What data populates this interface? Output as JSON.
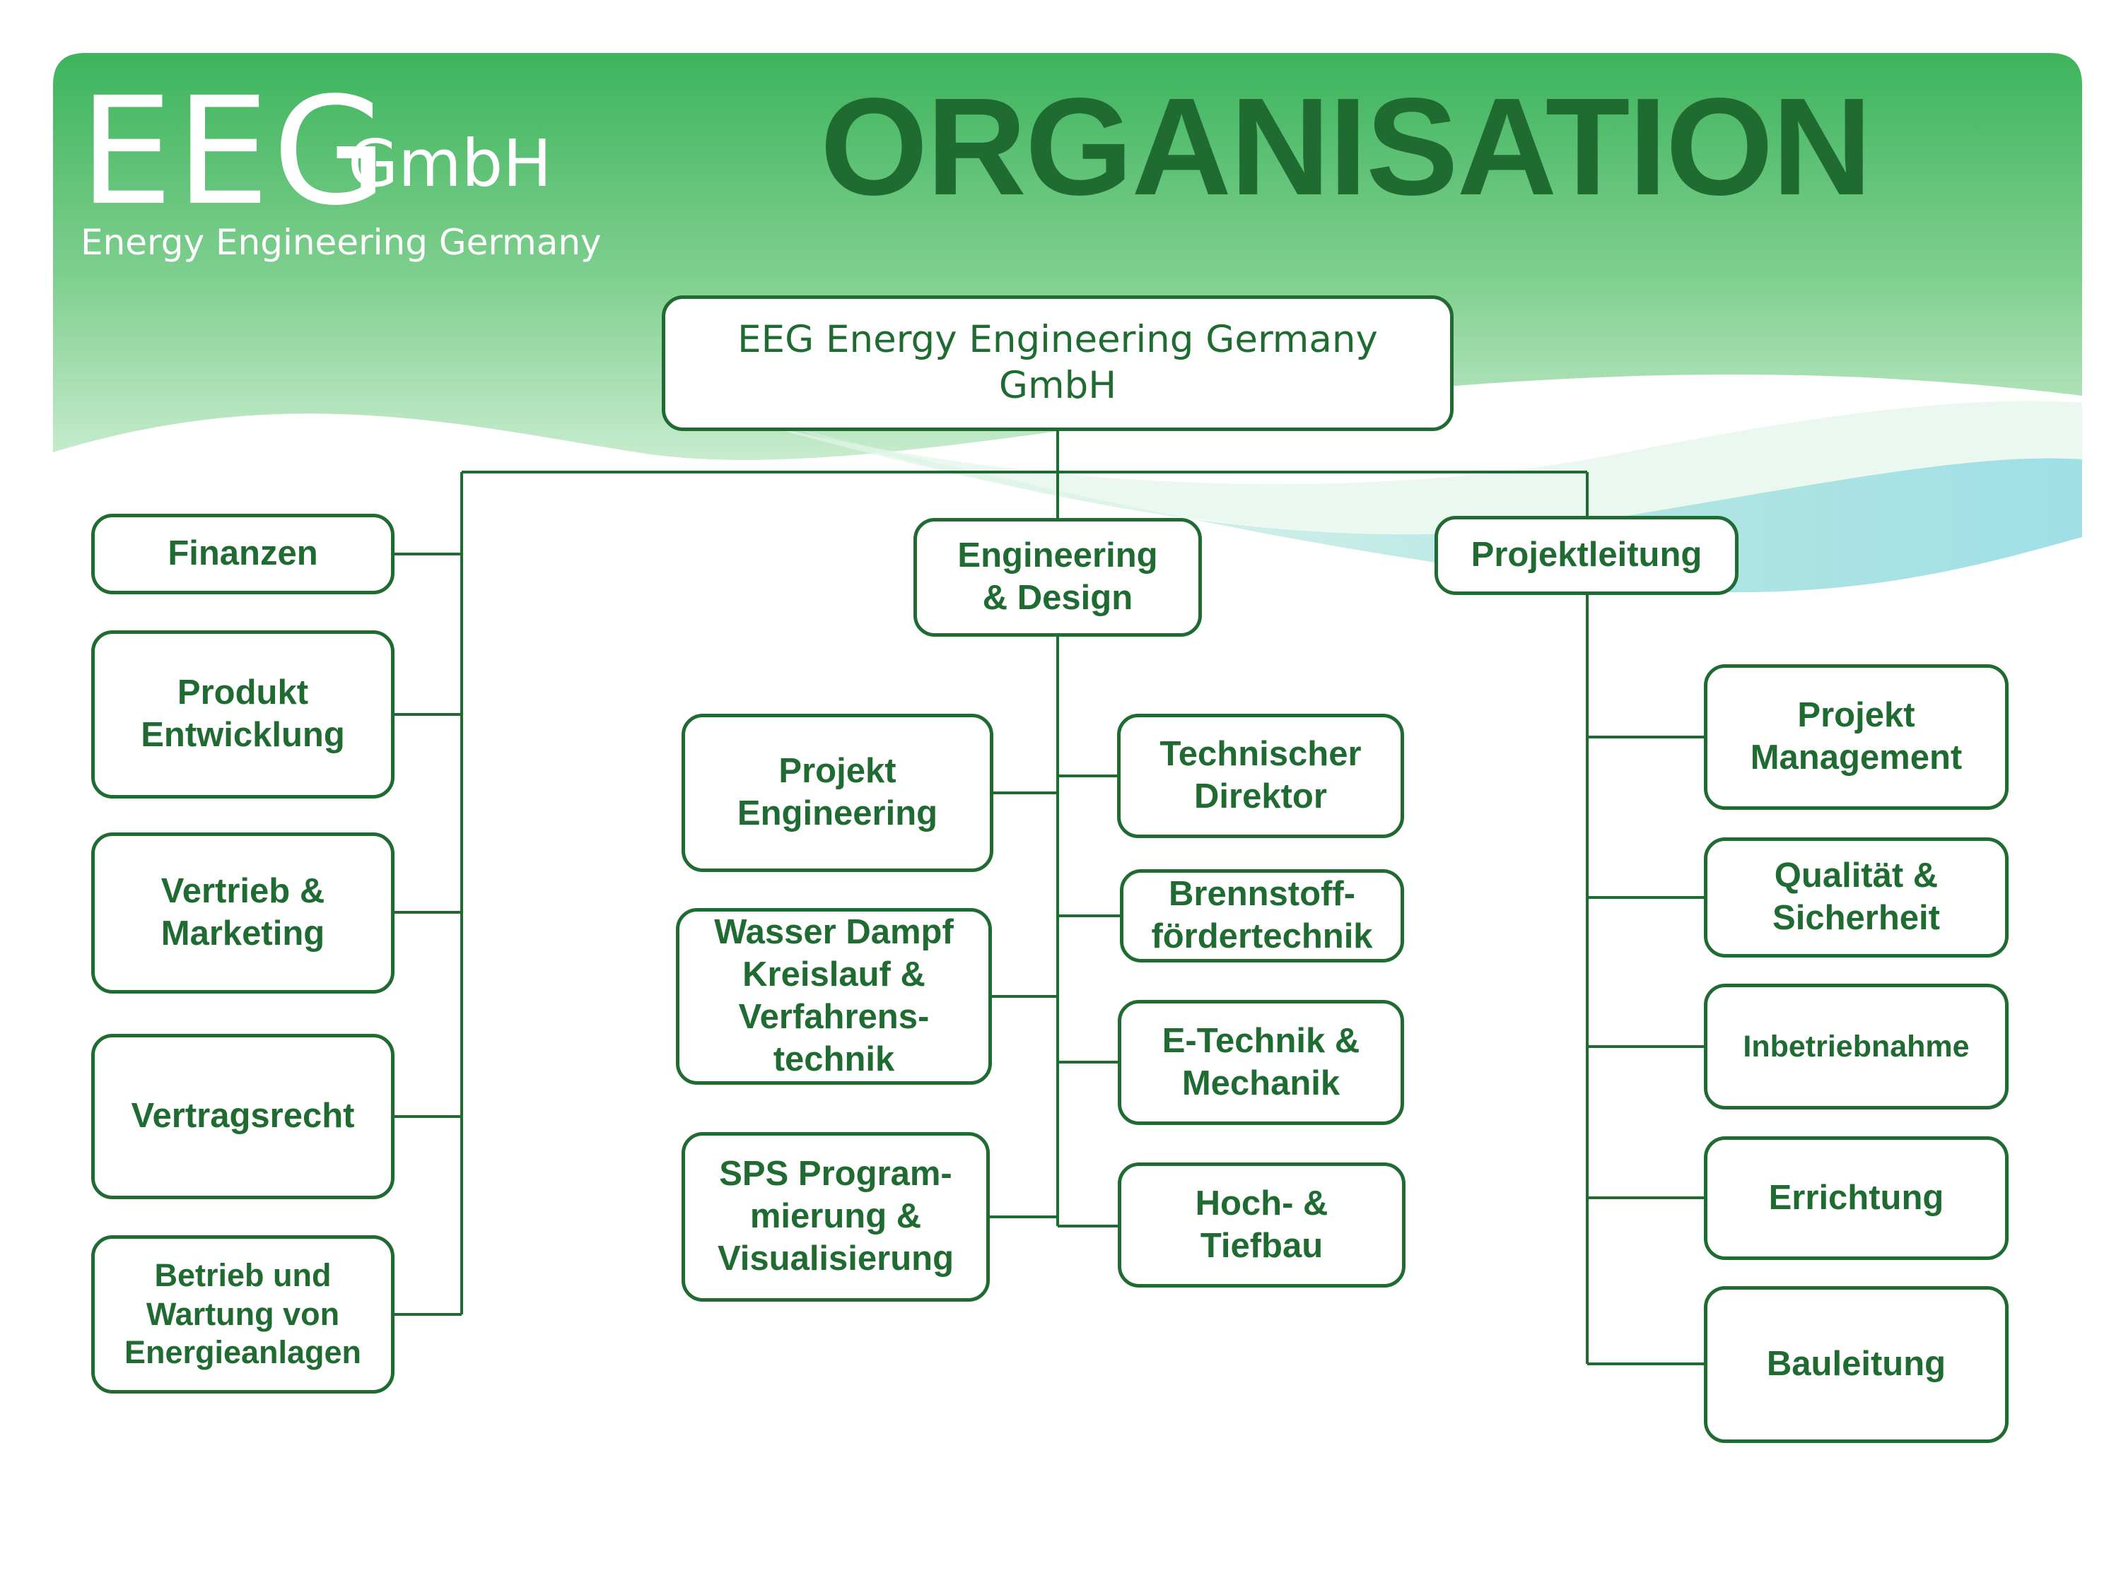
{
  "logo": {
    "mark": "EEG",
    "suffix": "GmbH",
    "tagline": "Energy Engineering Germany"
  },
  "title": "ORGANISATION",
  "colors": {
    "primary": "#1f6b32",
    "band_top": "#3db45c",
    "band_bottom": "#a3dcae",
    "wave": "#b5e6e3"
  },
  "org": {
    "root": "EEG Energy Engineering Germany GmbH",
    "left": {
      "items": [
        "Finanzen",
        "Produkt\nEntwicklung",
        "Vertrieb &\nMarketing",
        "Vertragsrecht",
        "Betrieb und\nWartung von\nEnergieanlagen"
      ]
    },
    "center": {
      "label": "Engineering\n& Design",
      "left_items": [
        "Projekt\nEngineering",
        "Wasser Dampf\nKreislauf &\nVerfahrens-\ntechnik",
        "SPS Program-\nmierung &\nVisualisierung"
      ],
      "right_items": [
        "Technischer\nDirektor",
        "Brennstoff-\nfördertechnik",
        "E-Technik &\nMechanik",
        "Hoch- &\nTiefbau"
      ]
    },
    "right": {
      "label": "Projektleitung",
      "items": [
        "Projekt\nManagement",
        "Qualität &\nSicherheit",
        "Inbetriebnahme",
        "Errichtung",
        "Bauleitung"
      ]
    }
  }
}
